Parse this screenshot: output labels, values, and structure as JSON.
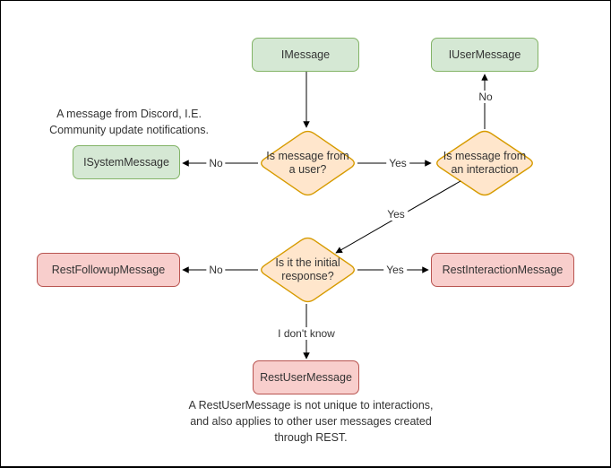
{
  "colors": {
    "interface_fill": "#d5e8d4",
    "interface_stroke": "#82b366",
    "rest_fill": "#f8cecc",
    "rest_stroke": "#b85450",
    "decision_fill": "#ffe6cc",
    "decision_stroke": "#d79b00",
    "edge": "#000000",
    "text": "#333333",
    "background": "#ffffff"
  },
  "nodes": {
    "imessage": "IMessage",
    "iusermessage": "IUserMessage",
    "isystemmessage": "ISystemMessage",
    "restfollowupmessage": "RestFollowupMessage",
    "restinteractionmessage": "RestInteractionMessage",
    "restusermessage": "RestUserMessage"
  },
  "decisions": {
    "from_user": "Is message from\na user?",
    "from_interaction": "Is message from\nan interaction",
    "initial_response": "Is it the initial\nresponse?"
  },
  "edge_labels": {
    "from_user_no": "No",
    "from_user_yes": "Yes",
    "from_interaction_no": "No",
    "from_interaction_yes": "Yes",
    "initial_no": "No",
    "initial_yes": "Yes",
    "initial_unknown": "I don't know"
  },
  "notes": {
    "system_message_note": "A message from Discord, I.E.\nCommunity update notifications.",
    "rest_user_note": "A RestUserMessage is not unique to interactions,\nand also applies to other user messages created\nthrough REST."
  }
}
